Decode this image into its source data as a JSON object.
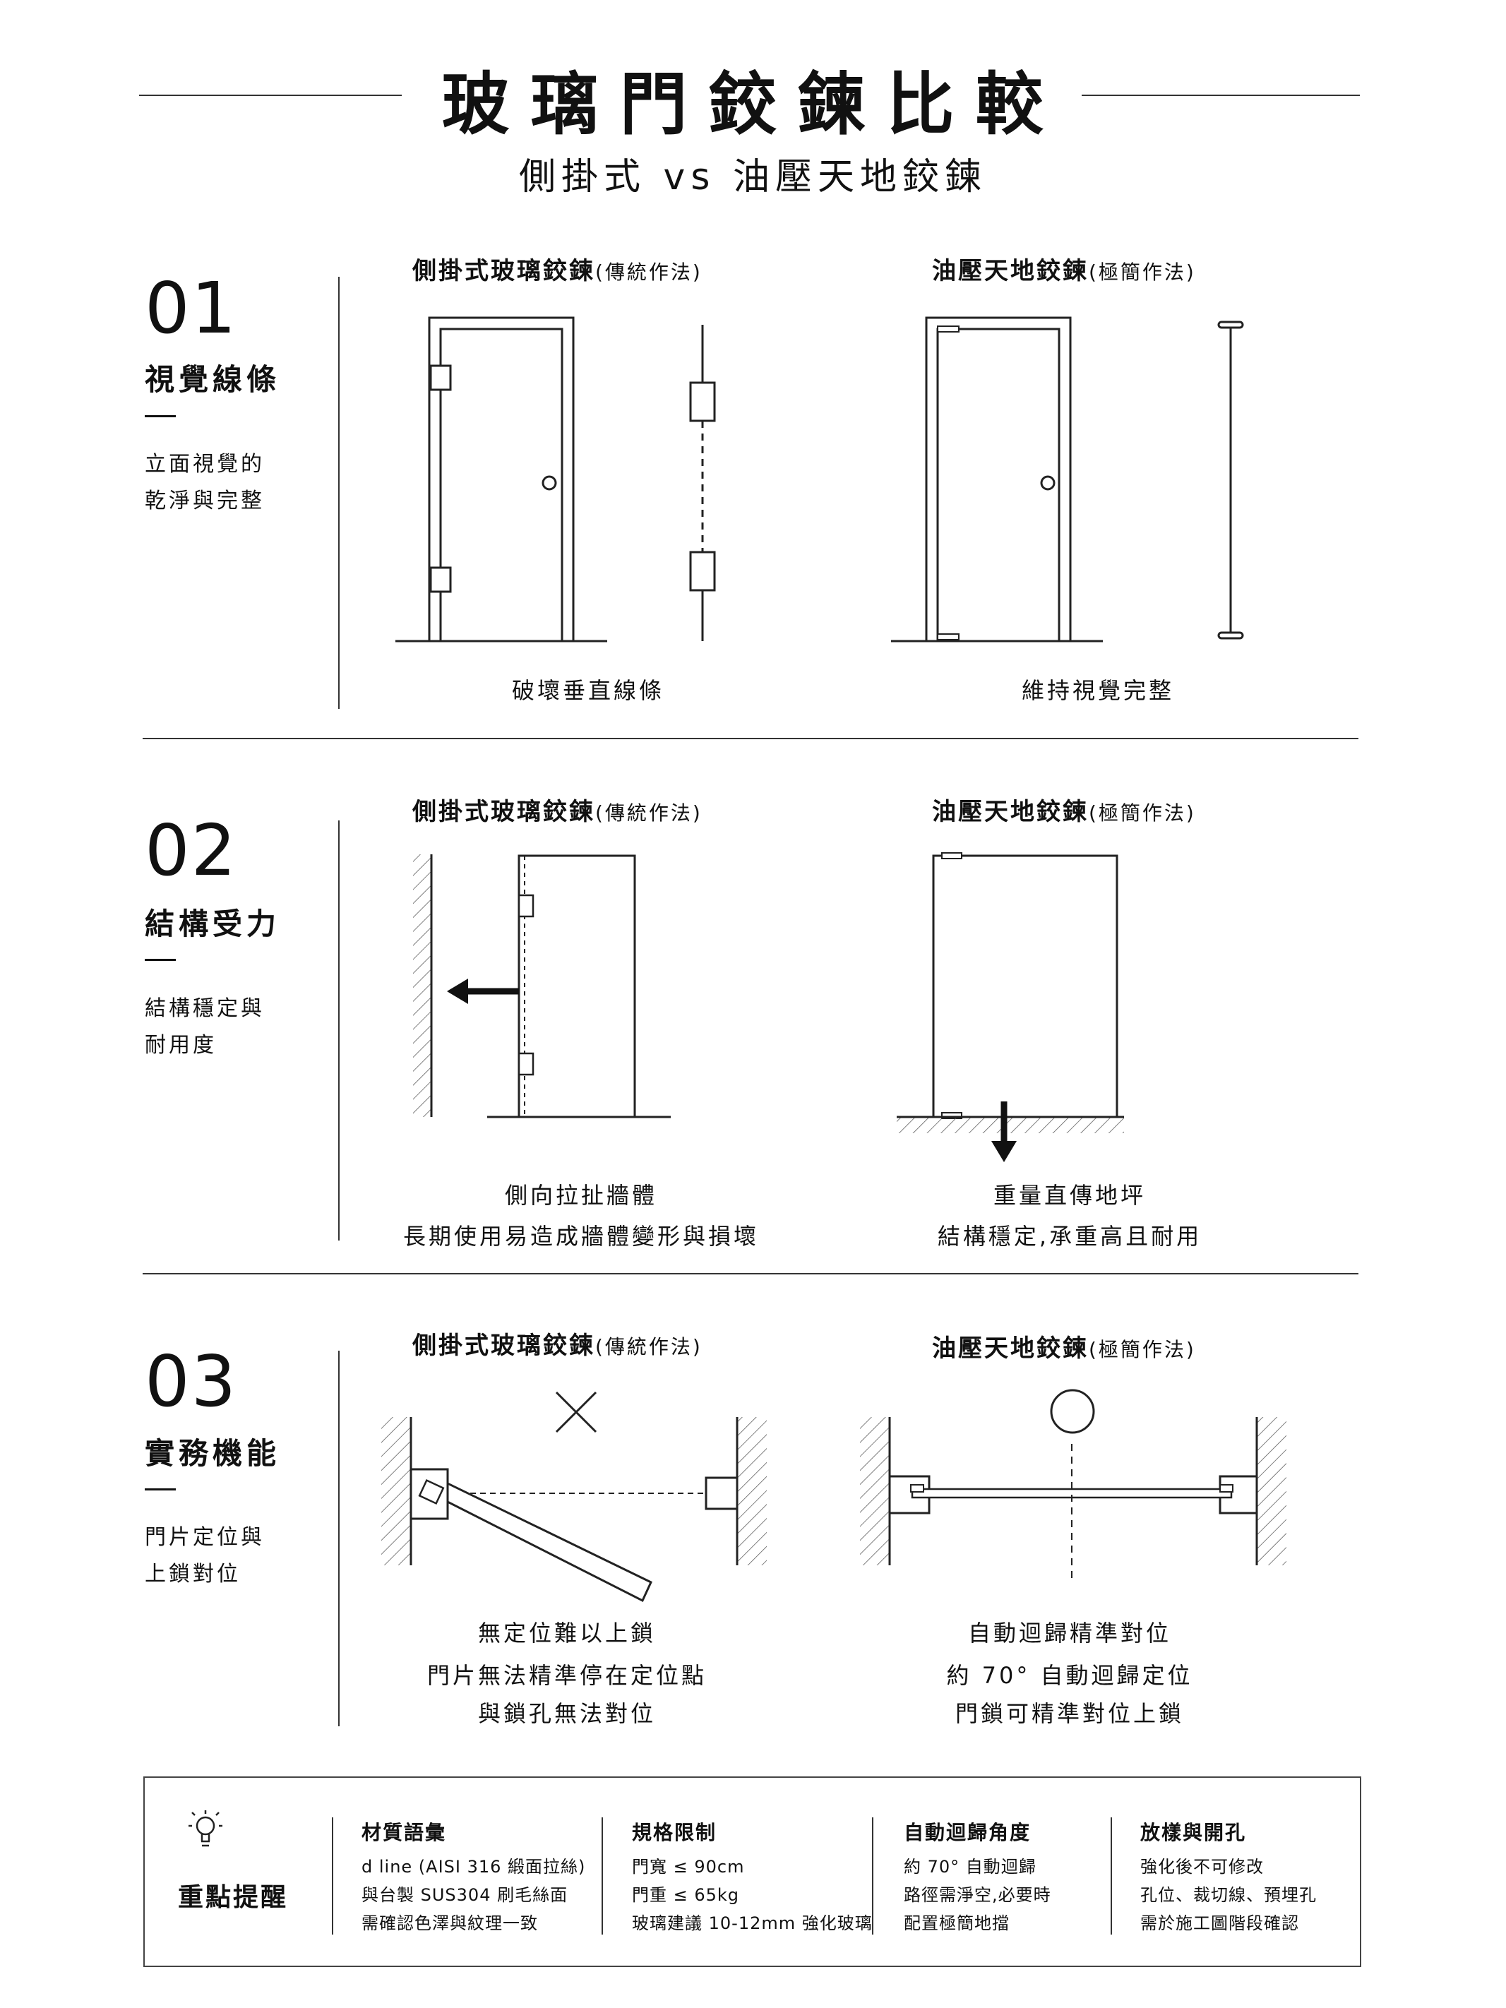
{
  "title": "玻璃門鉸鍊比較",
  "subtitle": "側掛式 vs 油壓天地鉸鍊",
  "sections": [
    {
      "num": "01",
      "title": "視覺線條",
      "desc": [
        "立面視覺的",
        "乾淨與完整"
      ],
      "left_head": "側掛式玻璃鉸鍊",
      "left_sub": "(傳統作法)",
      "right_head": "油壓天地鉸鍊",
      "right_sub": "(極簡作法)",
      "left_caption": "破壞垂直線條",
      "right_caption": "維持視覺完整"
    },
    {
      "num": "02",
      "title": "結構受力",
      "desc": [
        "結構穩定與",
        "耐用度"
      ],
      "left_head": "側掛式玻璃鉸鍊",
      "left_sub": "(傳統作法)",
      "right_head": "油壓天地鉸鍊",
      "right_sub": "(極簡作法)",
      "left_caption": "側向拉扯牆體",
      "left_caption2": "長期使用易造成牆體變形與損壞",
      "right_caption": "重量直傳地坪",
      "right_caption2": "結構穩定,承重高且耐用"
    },
    {
      "num": "03",
      "title": "實務機能",
      "desc": [
        "門片定位與",
        "上鎖對位"
      ],
      "left_head": "側掛式玻璃鉸鍊",
      "left_sub": "(傳統作法)",
      "right_head": "油壓天地鉸鍊",
      "right_sub": "(極簡作法)",
      "left_caption": "無定位難以上鎖",
      "left_caption2": "門片無法精準停在定位點",
      "left_caption3": "與鎖孔無法對位",
      "right_caption": "自動迴歸精準對位",
      "right_caption2": "約 70° 自動迴歸定位",
      "right_caption3": "門鎖可精準對位上鎖"
    }
  ],
  "tips": {
    "label": "重點提醒",
    "columns": [
      {
        "head": "材質語彙",
        "lines": [
          "d line (AISI 316 緞面拉絲)",
          "與台製 SUS304 刷毛絲面",
          "需確認色澤與紋理一致"
        ]
      },
      {
        "head": "規格限制",
        "lines": [
          "門寬 ≤ 90cm",
          "門重 ≤ 65kg",
          "玻璃建議 10-12mm 強化玻璃"
        ]
      },
      {
        "head": "自動迴歸角度",
        "lines": [
          "約 70° 自動迴歸",
          "路徑需淨空,必要時",
          "配置極簡地擋"
        ]
      },
      {
        "head": "放樣與開孔",
        "lines": [
          "強化後不可修改",
          "孔位、裁切線、預埋孔",
          "需於施工圖階段確認"
        ]
      }
    ]
  },
  "colors": {
    "ink": "#111111",
    "line": "#333333",
    "background": "#ffffff"
  }
}
